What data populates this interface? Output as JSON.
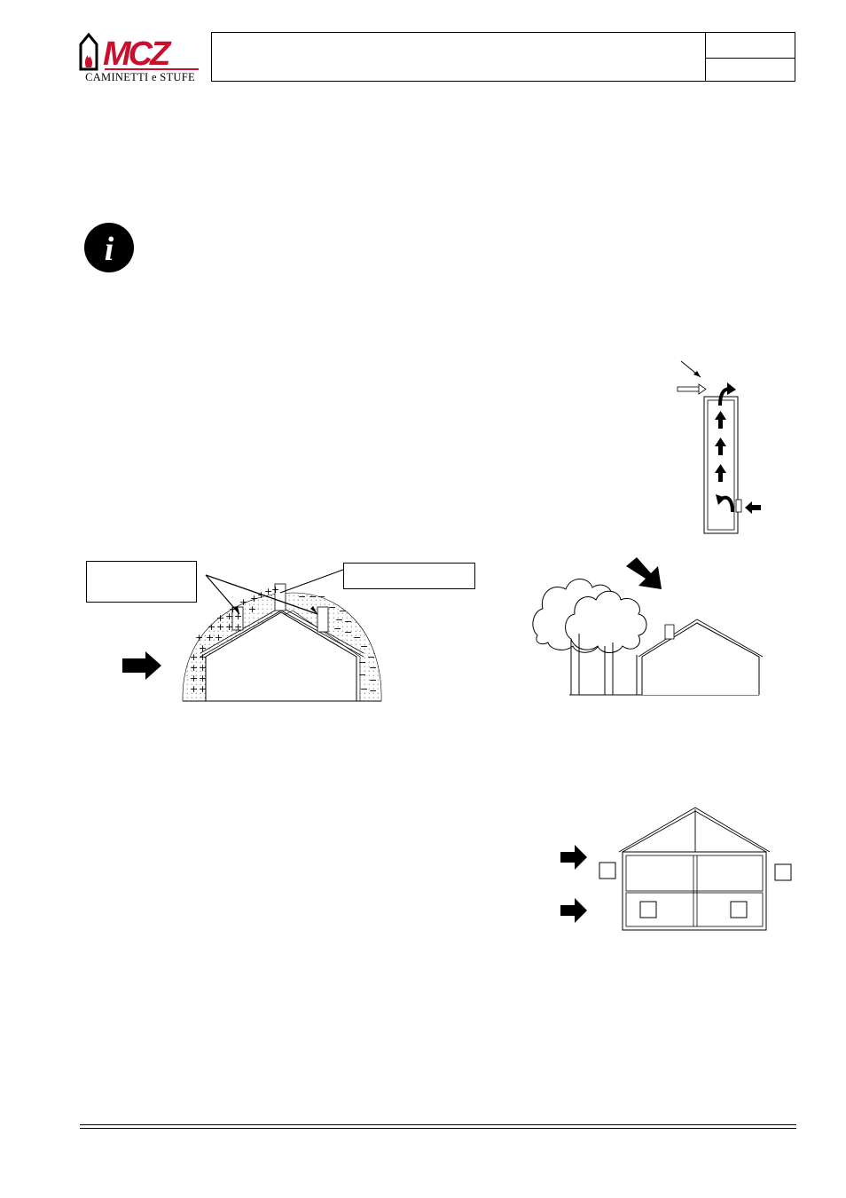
{
  "header": {
    "brand": "MCZ",
    "tagline": "CAMINETTI e STUFE",
    "brand_color": "#c8102e"
  },
  "info_icon": {
    "glyph": "i"
  },
  "figures": {
    "chimney_draft": {
      "icon": "chimney-flow-diagram"
    },
    "roof_pressure": {
      "label_left": "",
      "label_right": "",
      "positive_symbol": "+",
      "negative_symbol": "−"
    },
    "trees_house": {
      "icon": "wind-over-trees-diagram"
    },
    "house_section": {
      "icon": "house-section-diagram"
    }
  }
}
